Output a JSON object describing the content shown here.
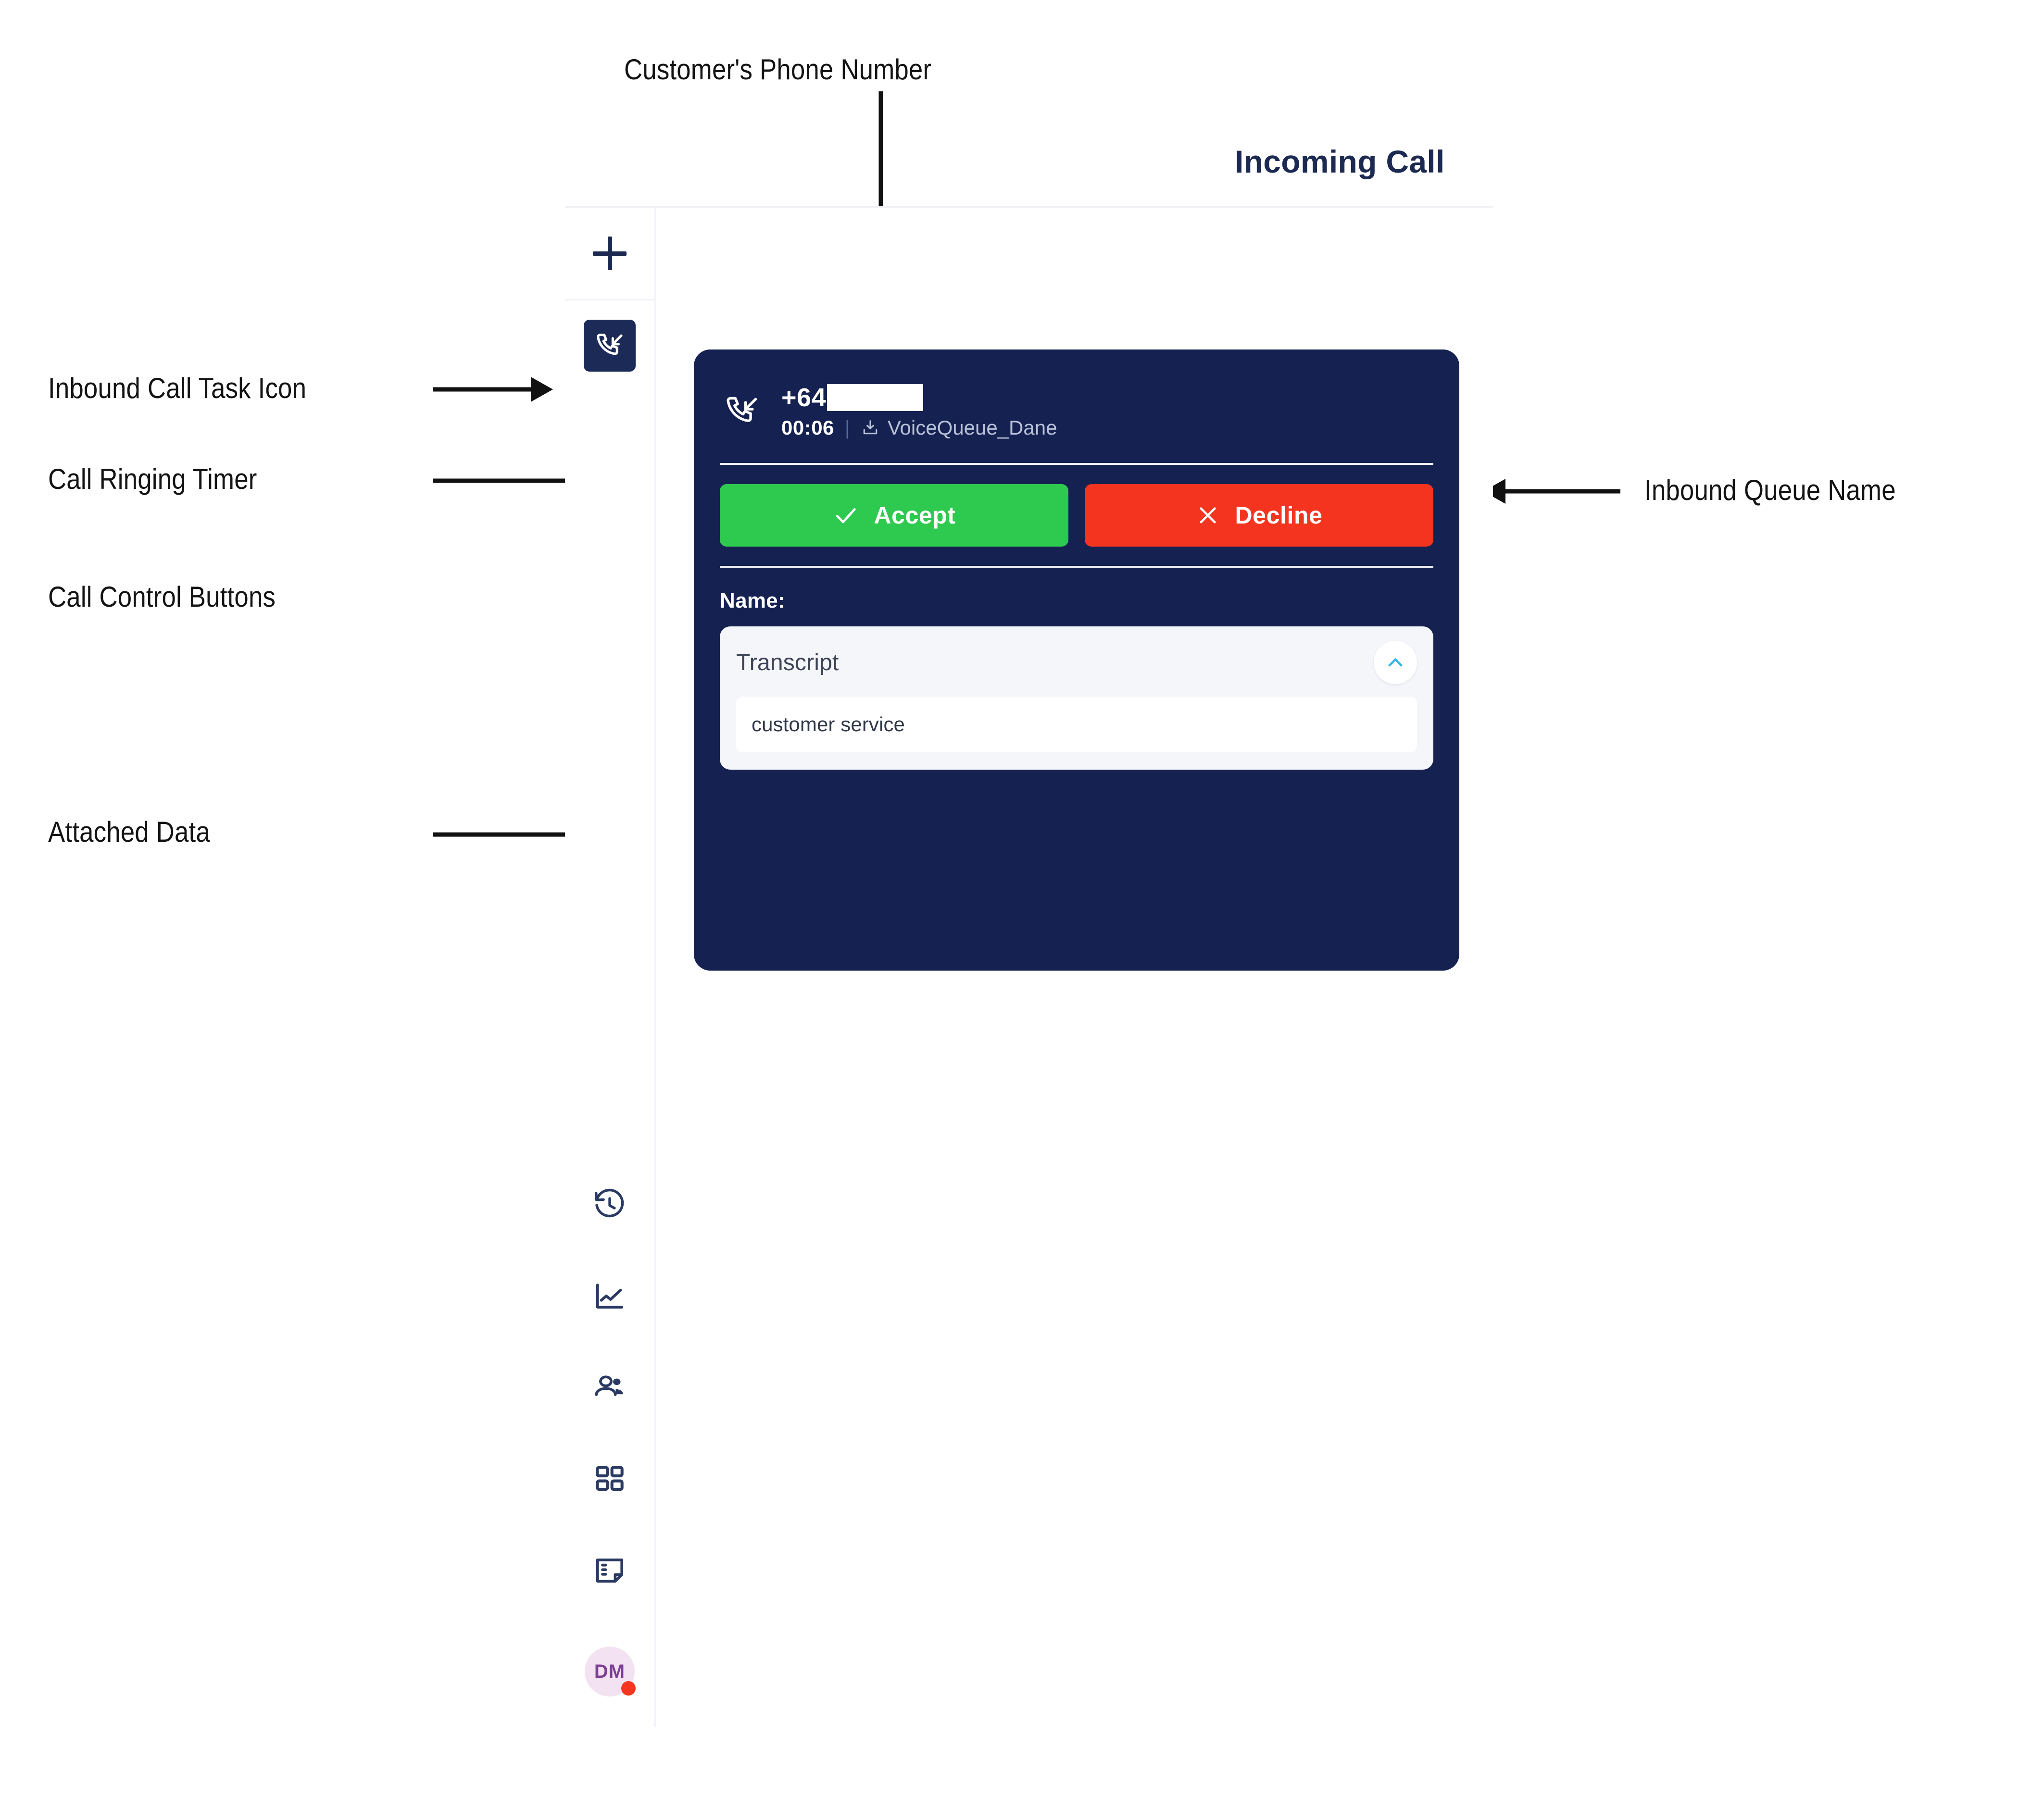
{
  "page": {
    "title": "Incoming Call"
  },
  "annotations": [
    {
      "id": "customers-phone-number",
      "label": "Customer's Phone Number",
      "arrow": "down"
    },
    {
      "id": "inbound-call-task-icon",
      "label": "Inbound Call Task Icon",
      "arrow": "right"
    },
    {
      "id": "call-ringing-timer",
      "label": "Call Ringing Timer",
      "arrow": "right"
    },
    {
      "id": "call-control-buttons",
      "label": "Call Control Buttons",
      "arrow": "none"
    },
    {
      "id": "attached-data",
      "label": "Attached Data",
      "arrow": "right"
    },
    {
      "id": "inbound-queue-name",
      "label": "Inbound Queue Name",
      "arrow": "left"
    }
  ],
  "rail": {
    "new_task": {
      "icon": "plus-icon",
      "tooltip": ""
    },
    "active_task": {
      "icon": "inbound-call-icon"
    },
    "nav": [
      {
        "id": "history",
        "icon": "history-clock-icon"
      },
      {
        "id": "reports",
        "icon": "line-chart-icon"
      },
      {
        "id": "contacts",
        "icon": "people-icon"
      },
      {
        "id": "apps",
        "icon": "grid-apps-icon"
      },
      {
        "id": "notes",
        "icon": "sticky-note-icon"
      }
    ],
    "avatar": {
      "initials": "DM",
      "status": "busy",
      "status_color": "#f5351f",
      "bg_color": "#f3e3f2",
      "text_color": "#7c3f93"
    }
  },
  "call_card": {
    "direction_icon": "inbound-call-icon",
    "phone_number_prefix": "+64",
    "phone_number_redacted": true,
    "timer": "00:06",
    "separator": "|",
    "queue_icon": "inbox-download-icon",
    "queue_name": "VoiceQueue_Dane",
    "buttons": {
      "accept": {
        "label": "Accept",
        "icon": "check-icon",
        "color": "#2ec94f"
      },
      "decline": {
        "label": "Decline",
        "icon": "x-icon",
        "color": "#f4341e"
      }
    },
    "attached_data": {
      "name_label": "Name:",
      "name_value": "",
      "transcript": {
        "title": "Transcript",
        "collapse_icon": "chevron-up-icon",
        "value": "customer service"
      }
    },
    "bg_color": "#152251"
  }
}
